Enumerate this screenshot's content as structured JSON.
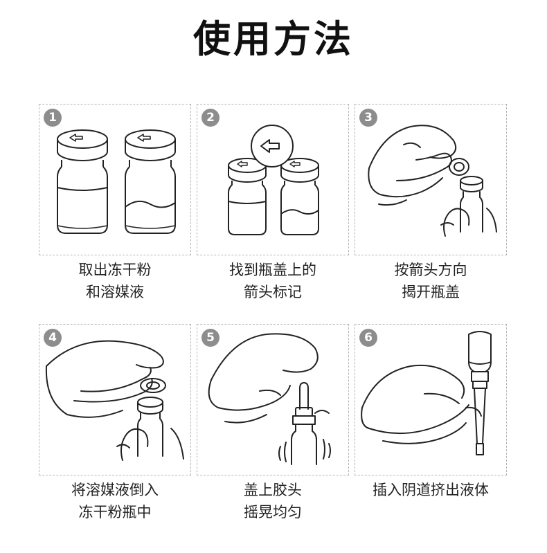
{
  "title": "使用方法",
  "colors": {
    "badge": "#8d8d8d",
    "line": "#222222",
    "border": "#b5b5b5"
  },
  "steps": [
    {
      "number": "1",
      "line1": "取出冻干粉",
      "line2": "和溶媒液"
    },
    {
      "number": "2",
      "line1": "找到瓶盖上的",
      "line2": "箭头标记"
    },
    {
      "number": "3",
      "line1": "按箭头方向",
      "line2": "揭开瓶盖"
    },
    {
      "number": "4",
      "line1": "将溶媒液倒入",
      "line2": "冻干粉瓶中"
    },
    {
      "number": "5",
      "line1": "盖上胶头",
      "line2": "摇晃均匀"
    },
    {
      "number": "6",
      "line1": "插入阴道挤出液体",
      "line2": ""
    }
  ]
}
